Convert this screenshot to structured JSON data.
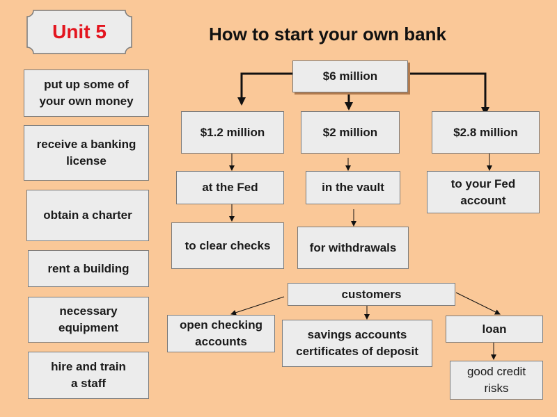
{
  "unit_label": "Unit 5",
  "title": "How to start your own bank",
  "steps": [
    "put up some of\nyour own money",
    "receive a banking\nlicense",
    "obtain a charter",
    "rent a building",
    "necessary\nequipment",
    "hire and train\na staff"
  ],
  "total": "$6 million",
  "split": {
    "fed_amount": "$1.2 million",
    "vault_amount": "$2 million",
    "account_amount": "$2.8 million"
  },
  "purpose": {
    "fed": "at the Fed",
    "vault": "in the vault",
    "account": "to your Fed\naccount",
    "clear": "to clear checks",
    "withdrawals": "for withdrawals"
  },
  "customers": {
    "label": "customers",
    "checking": "open checking\naccounts",
    "savings": "savings accounts\ncertificates of deposit",
    "loan": "loan",
    "credit": "good credit\nrisks"
  },
  "colors": {
    "background": "#fac898",
    "box_fill": "#ececec",
    "unit_label": "#e3151f"
  }
}
